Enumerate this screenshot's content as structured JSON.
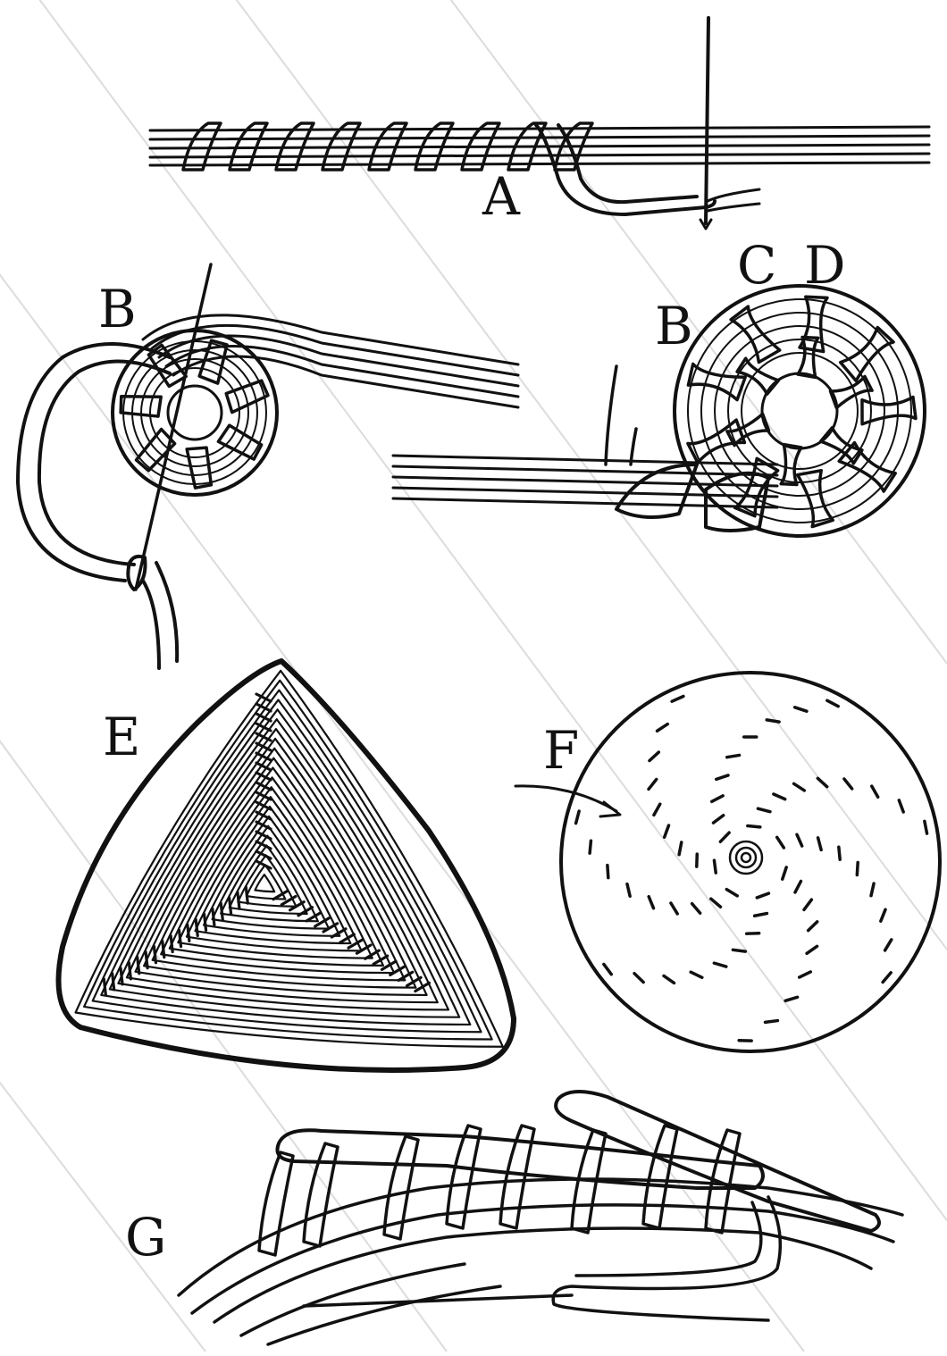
{
  "figure": {
    "labels": {
      "a": "A",
      "b1": "B",
      "b2": "B",
      "c": "C",
      "d": "D",
      "e": "E",
      "f": "F",
      "g": "G"
    },
    "colors": {
      "ink": "#111111",
      "paper": "#ffffff",
      "watermark": "#d8d8d8"
    }
  }
}
